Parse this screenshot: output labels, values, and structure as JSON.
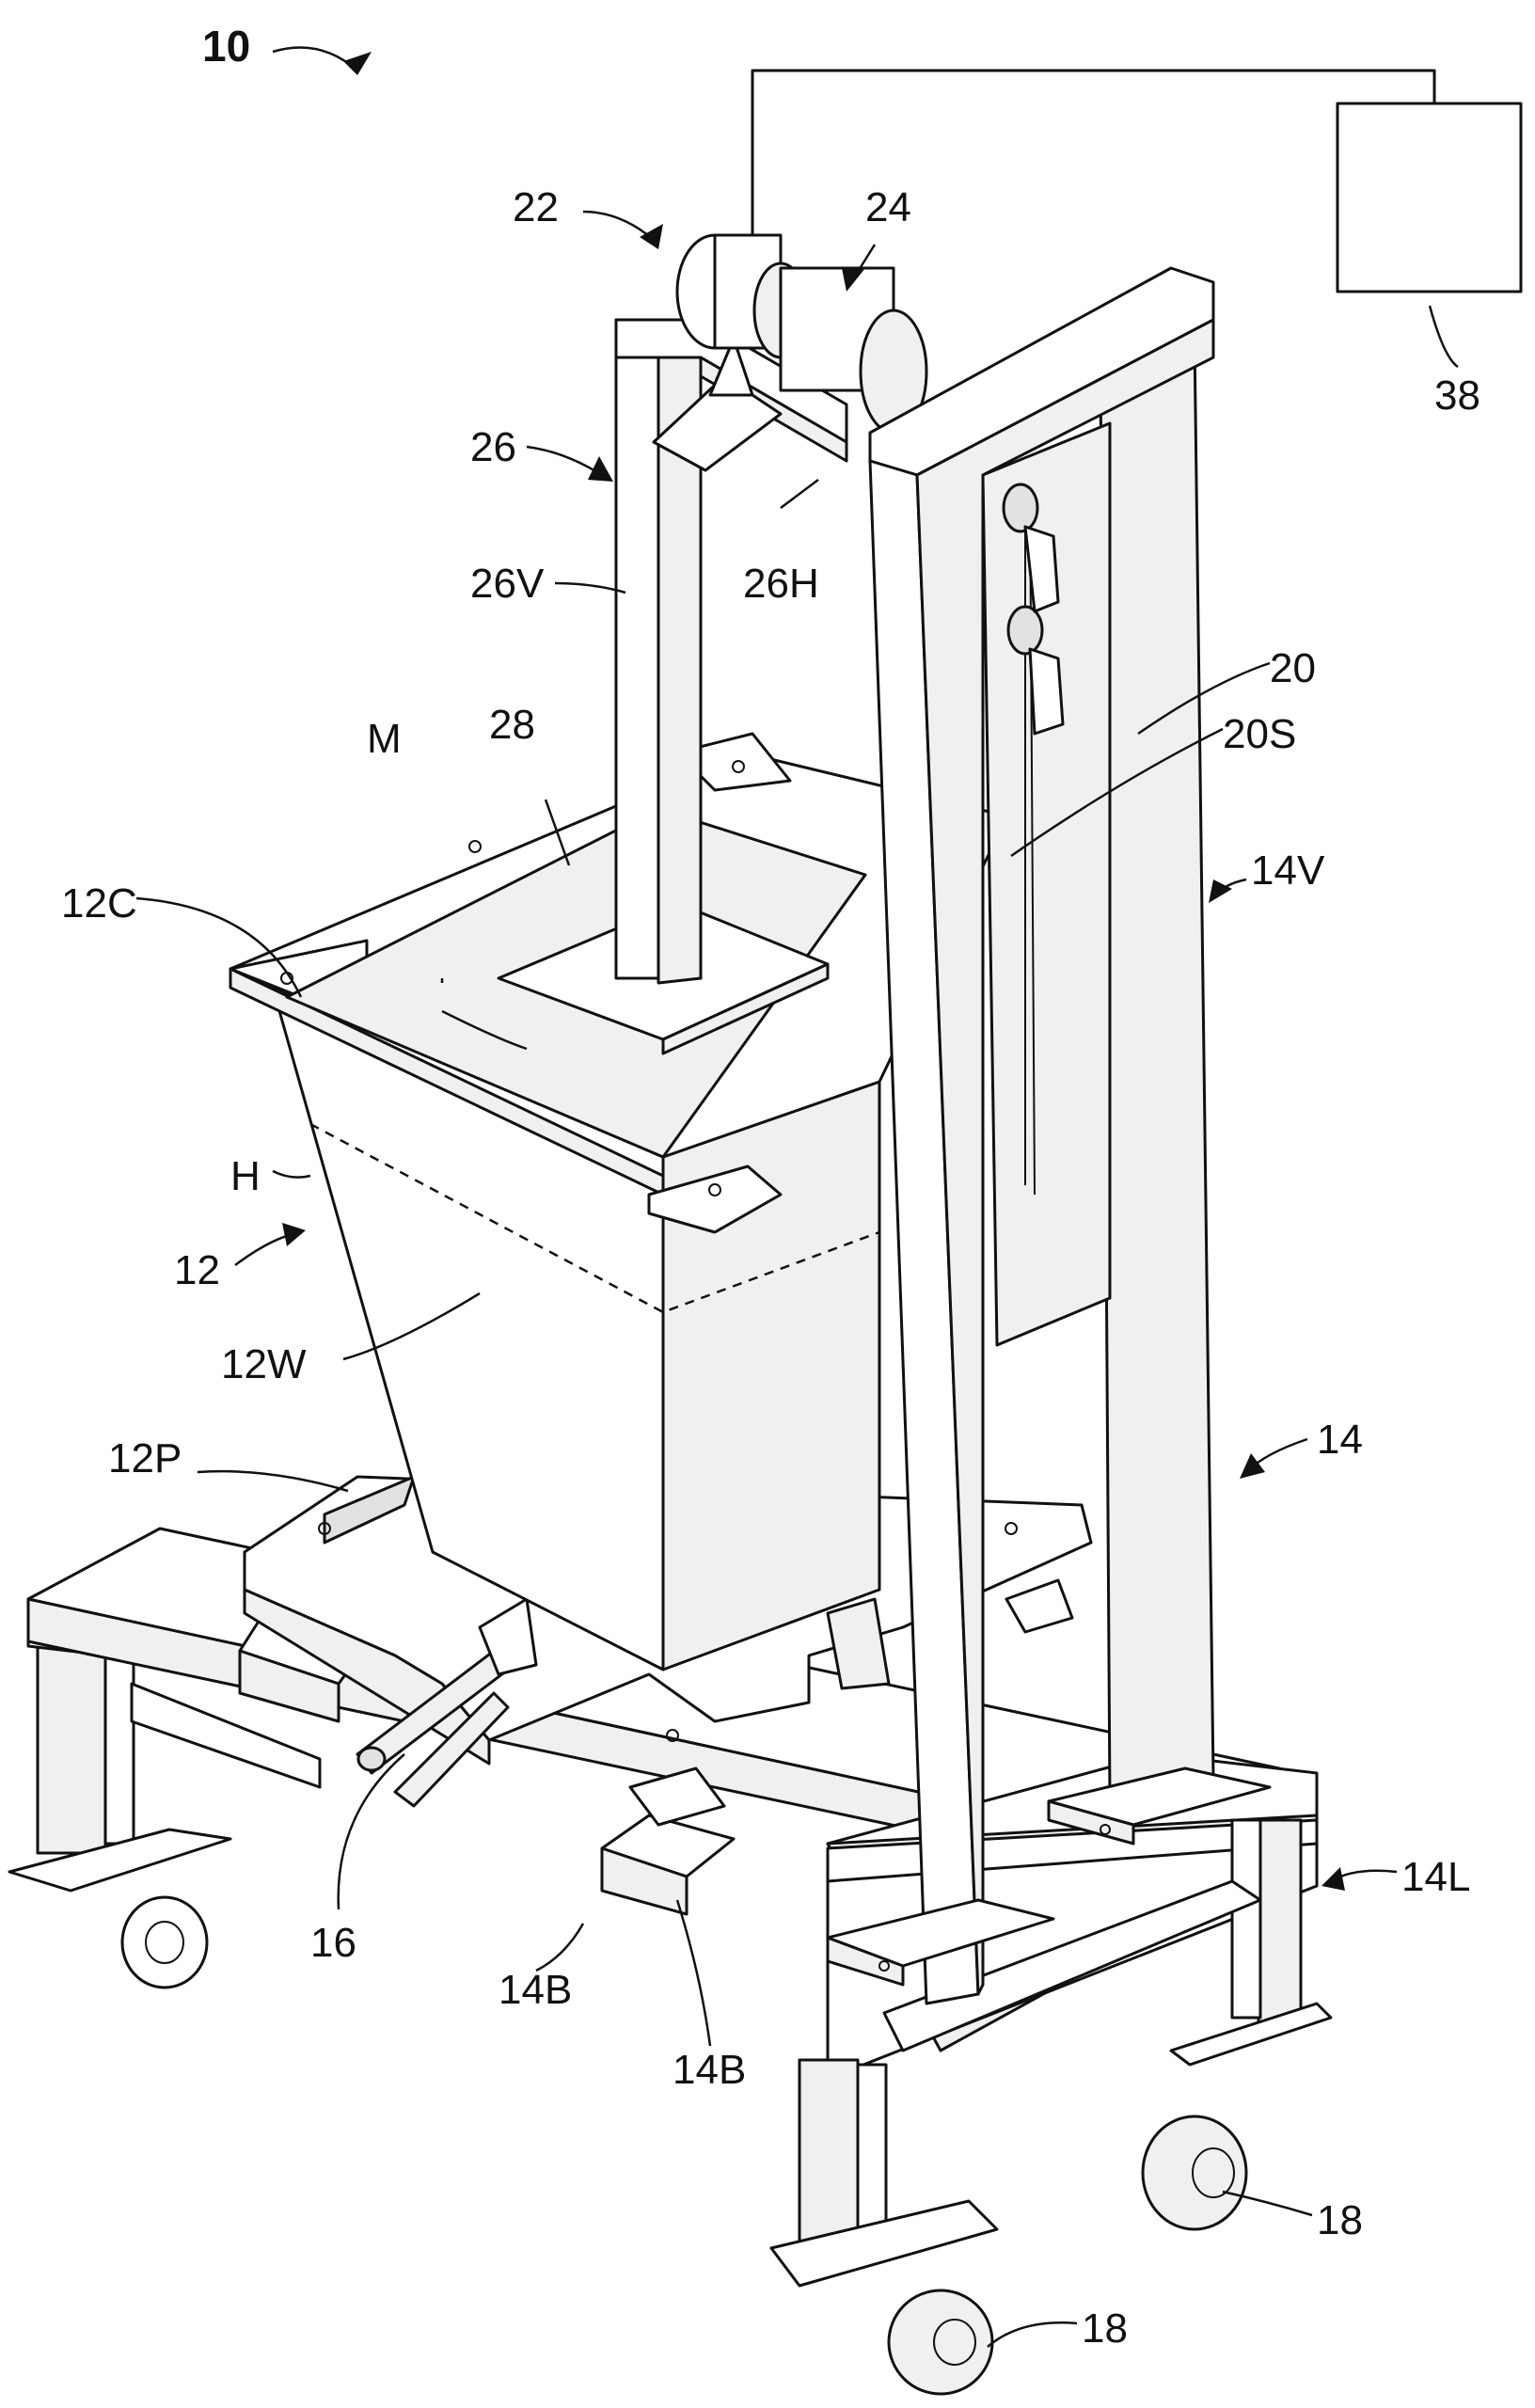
{
  "labels": {
    "ref_10": "10",
    "ref_22": "22",
    "ref_24": "24",
    "ref_38": "38",
    "ref_26": "26",
    "ref_26V": "26V",
    "ref_26H": "26H",
    "ref_20": "20",
    "ref_20S": "20S",
    "ref_28": "28",
    "ref_M": "M",
    "ref_12C": "12C",
    "ref_14V": "14V",
    "ref_H": "H",
    "ref_12": "12",
    "ref_12W": "12W",
    "ref_14": "14",
    "ref_12P": "12P",
    "ref_14L": "14L",
    "ref_16": "16",
    "ref_14B_left": "14B",
    "ref_14B_right": "14B",
    "ref_18_right": "18",
    "ref_18_bottom": "18"
  }
}
